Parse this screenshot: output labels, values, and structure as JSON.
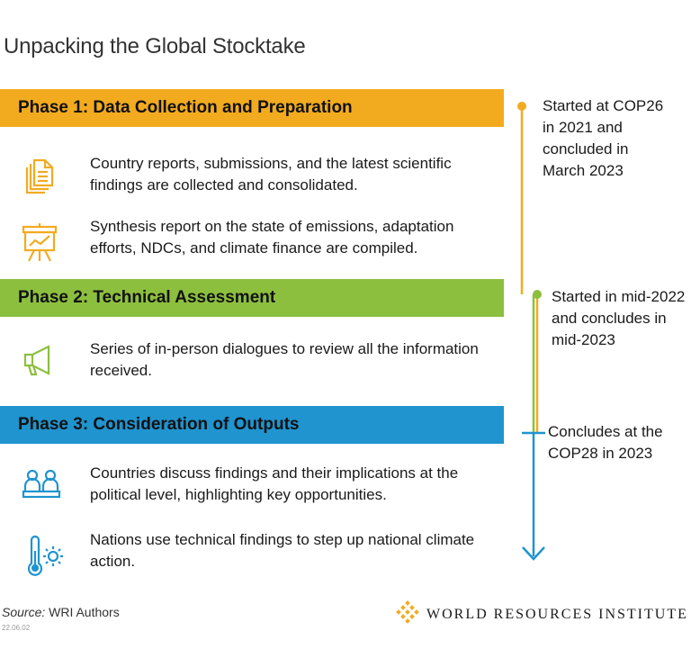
{
  "title": "Unpacking the Global Stocktake",
  "colors": {
    "phase1": "#f2ab1f",
    "phase2": "#8dbf3f",
    "phase3": "#1f94cf"
  },
  "phases": [
    {
      "label": "Phase 1: Data Collection and Preparation",
      "items": [
        {
          "icon": "documents-icon",
          "text": "Country reports, submissions, and the latest scientific findings are collected and consolidated."
        },
        {
          "icon": "presentation-board-icon",
          "text": "Synthesis report on the state of emissions, adaptation efforts, NDCs, and climate finance are compiled."
        }
      ],
      "timeline": "Started at COP26 in 2021 and concluded in March 2023"
    },
    {
      "label": "Phase 2: Technical Assessment",
      "items": [
        {
          "icon": "megaphone-icon",
          "text": "Series of in-person dialogues to review all the information received."
        }
      ],
      "timeline": "Started in mid-2022 and concludes in mid-2023"
    },
    {
      "label": "Phase 3: Consideration of Outputs",
      "items": [
        {
          "icon": "people-meeting-icon",
          "text": "Countries discuss findings and their implications at the political level, highlighting key opportunities."
        },
        {
          "icon": "thermometer-sun-icon",
          "text": "Nations use technical findings to step up national climate action."
        }
      ],
      "timeline": "Concludes at the COP28 in 2023"
    }
  ],
  "footer": {
    "source_label": "Source:",
    "source_text": " WRI Authors",
    "date": "22.06.02"
  },
  "brand": {
    "name": "WORLD RESOURCES INSTITUTE",
    "icon": "wri-logo-icon"
  }
}
